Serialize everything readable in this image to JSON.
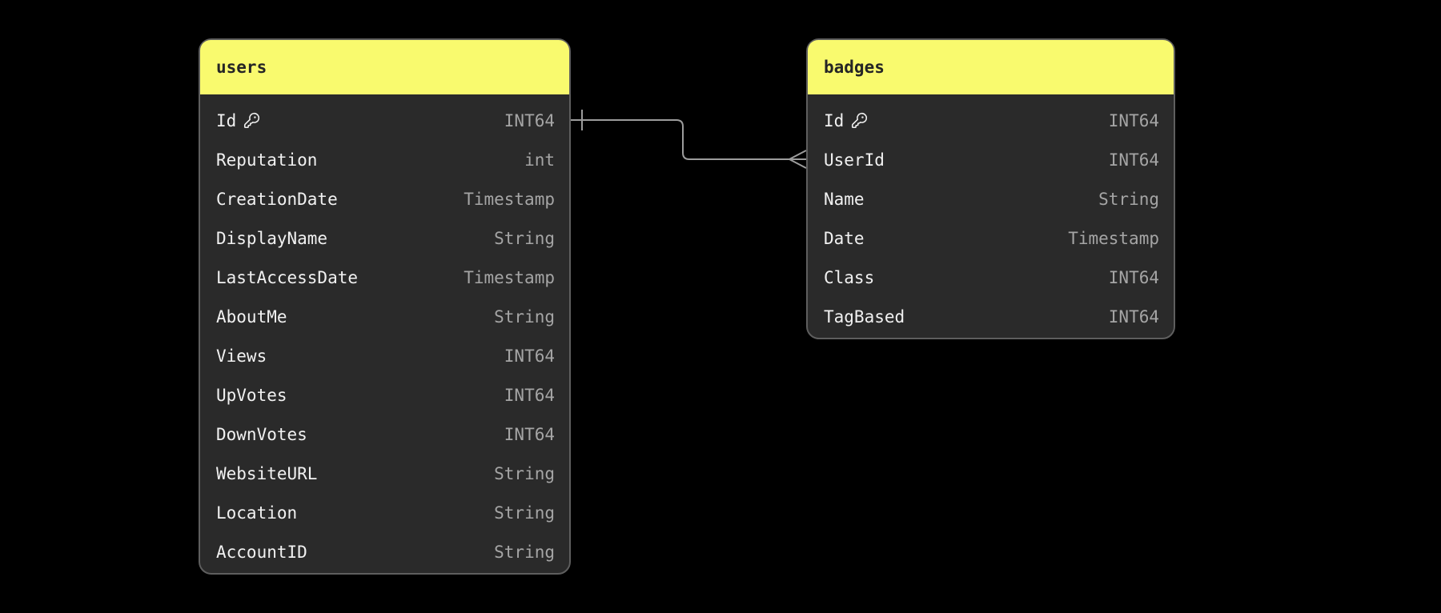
{
  "colors": {
    "canvas_bg": "#000000",
    "header_bg": "#f9fa6e",
    "header_text": "#252525",
    "table_bg": "#2a2a2a",
    "table_border": "#5e5e5e",
    "field_name": "#f1f1f1",
    "field_type": "#a5a5a5",
    "relation_line": "#9c9c9c"
  },
  "tables": [
    {
      "name": "users",
      "fields": [
        {
          "name": "Id",
          "type": "INT64",
          "primary_key": true
        },
        {
          "name": "Reputation",
          "type": "int",
          "primary_key": false
        },
        {
          "name": "CreationDate",
          "type": "Timestamp",
          "primary_key": false
        },
        {
          "name": "DisplayName",
          "type": "String",
          "primary_key": false
        },
        {
          "name": "LastAccessDate",
          "type": "Timestamp",
          "primary_key": false
        },
        {
          "name": "AboutMe",
          "type": "String",
          "primary_key": false
        },
        {
          "name": "Views",
          "type": "INT64",
          "primary_key": false
        },
        {
          "name": "UpVotes",
          "type": "INT64",
          "primary_key": false
        },
        {
          "name": "DownVotes",
          "type": "INT64",
          "primary_key": false
        },
        {
          "name": "WebsiteURL",
          "type": "String",
          "primary_key": false
        },
        {
          "name": "Location",
          "type": "String",
          "primary_key": false
        },
        {
          "name": "AccountID",
          "type": "String",
          "primary_key": false
        }
      ]
    },
    {
      "name": "badges",
      "fields": [
        {
          "name": "Id",
          "type": "INT64",
          "primary_key": true
        },
        {
          "name": "UserId",
          "type": "INT64",
          "primary_key": false
        },
        {
          "name": "Name",
          "type": "String",
          "primary_key": false
        },
        {
          "name": "Date",
          "type": "Timestamp",
          "primary_key": false
        },
        {
          "name": "Class",
          "type": "INT64",
          "primary_key": false
        },
        {
          "name": "TagBased",
          "type": "INT64",
          "primary_key": false
        }
      ]
    }
  ],
  "relationships": [
    {
      "from_table": "users",
      "from_field": "Id",
      "to_table": "badges",
      "to_field": "UserId",
      "cardinality": "one-to-many"
    }
  ]
}
